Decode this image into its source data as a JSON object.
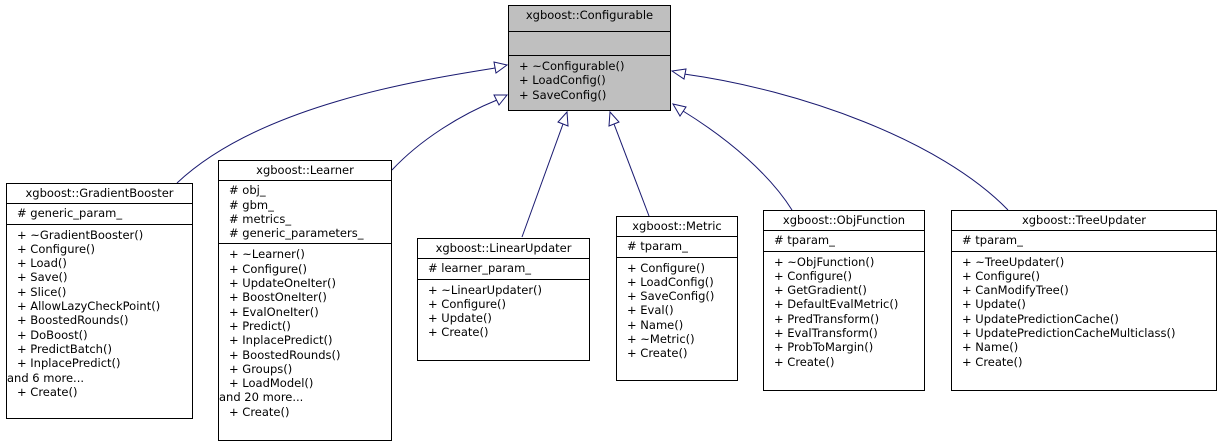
{
  "classes": [
    {
      "id": "configurable",
      "name": "xgboost::Configurable",
      "attributes": [],
      "operations": [
        "+ ~Configurable()",
        "+ LoadConfig()",
        "+ SaveConfig()"
      ]
    },
    {
      "id": "gradientbooster",
      "name": "xgboost::GradientBooster",
      "attributes": [
        "# generic_param_"
      ],
      "operations": [
        "+ ~GradientBooster()",
        "+ Configure()",
        "+ Load()",
        "+ Save()",
        "+ Slice()",
        "+ AllowLazyCheckPoint()",
        "+ BoostedRounds()",
        "+ DoBoost()",
        "+ PredictBatch()",
        "+ InplacePredict()",
        "and 6 more...",
        "+ Create()"
      ]
    },
    {
      "id": "learner",
      "name": "xgboost::Learner",
      "attributes": [
        "# obj_",
        "# gbm_",
        "# metrics_",
        "# generic_parameters_"
      ],
      "operations": [
        "+ ~Learner()",
        "+ Configure()",
        "+ UpdateOneIter()",
        "+ BoostOneIter()",
        "+ EvalOneIter()",
        "+ Predict()",
        "+ InplacePredict()",
        "+ BoostedRounds()",
        "+ Groups()",
        "+ LoadModel()",
        "and 20 more...",
        "+ Create()"
      ]
    },
    {
      "id": "linearupdater",
      "name": "xgboost::LinearUpdater",
      "attributes": [
        "# learner_param_"
      ],
      "operations": [
        "+ ~LinearUpdater()",
        "+ Configure()",
        "+ Update()",
        "+ Create()"
      ]
    },
    {
      "id": "metric",
      "name": "xgboost::Metric",
      "attributes": [
        "# tparam_"
      ],
      "operations": [
        "+ Configure()",
        "+ LoadConfig()",
        "+ SaveConfig()",
        "+ Eval()",
        "+ Name()",
        "+ ~Metric()",
        "+ Create()"
      ]
    },
    {
      "id": "objfunction",
      "name": "xgboost::ObjFunction",
      "attributes": [
        "# tparam_"
      ],
      "operations": [
        "+ ~ObjFunction()",
        "+ Configure()",
        "+ GetGradient()",
        "+ DefaultEvalMetric()",
        "+ PredTransform()",
        "+ EvalTransform()",
        "+ ProbToMargin()",
        "+ Create()"
      ]
    },
    {
      "id": "treeupdater",
      "name": "xgboost::TreeUpdater",
      "attributes": [
        "# tparam_"
      ],
      "operations": [
        "+ ~TreeUpdater()",
        "+ Configure()",
        "+ CanModifyTree()",
        "+ Update()",
        "+ UpdatePredictionCache()",
        "+ UpdatePredictionCacheMulticlass()",
        "+ Name()",
        "+ Create()"
      ]
    }
  ],
  "edges": [
    {
      "from": "gradientbooster",
      "to": "configurable"
    },
    {
      "from": "learner",
      "to": "configurable"
    },
    {
      "from": "linearupdater",
      "to": "configurable"
    },
    {
      "from": "metric",
      "to": "configurable"
    },
    {
      "from": "objfunction",
      "to": "configurable"
    },
    {
      "from": "treeupdater",
      "to": "configurable"
    }
  ],
  "colors": {
    "base_fill": "#bfbfbf",
    "edge": "#191970",
    "box_border": "#000000"
  }
}
